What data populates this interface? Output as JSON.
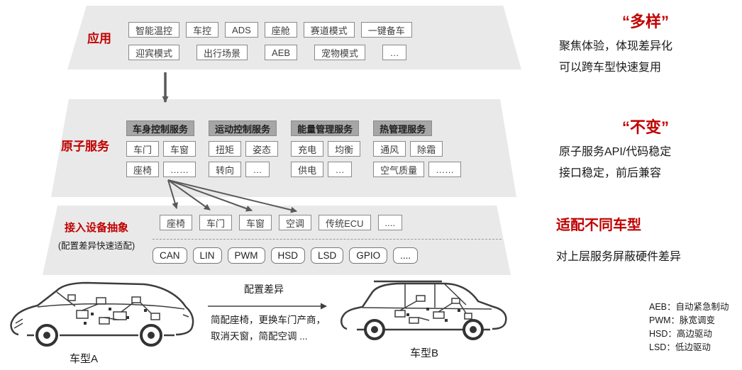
{
  "colors": {
    "accent_red": "#c00000",
    "band_gray": "#e9e9e9",
    "group_header_gray": "#a6a6a6",
    "arrow_gray": "#595959"
  },
  "app_layer": {
    "label": "应用",
    "row1": [
      "智能温控",
      "车控",
      "ADS",
      "座舱",
      "赛道模式",
      "一键备车"
    ],
    "row2": [
      "迎宾模式",
      "出行场景",
      "AEB",
      "宠物模式",
      "…"
    ]
  },
  "atomic_layer": {
    "label": "原子服务",
    "groups": [
      {
        "title": "车身控制服务",
        "cells": [
          "车门",
          "车窗",
          "座椅",
          "……"
        ]
      },
      {
        "title": "运动控制服务",
        "cells": [
          "扭矩",
          "姿态",
          "转向",
          "…"
        ]
      },
      {
        "title": "能量管理服务",
        "cells": [
          "充电",
          "均衡",
          "供电",
          "…"
        ]
      },
      {
        "title": "热管理服务",
        "cells": [
          "通风",
          "除霜",
          "空气质量",
          "……"
        ]
      }
    ]
  },
  "device_layer": {
    "label": "接入设备抽象",
    "sublabel": "(配置差异快速适配)",
    "devices": [
      "座椅",
      "车门",
      "车窗",
      "空调",
      "传统ECU",
      "...."
    ],
    "buses": [
      "CAN",
      "LIN",
      "PWM",
      "HSD",
      "LSD",
      "GPIO",
      "...."
    ]
  },
  "annotations": {
    "diverse_title": "“多样”",
    "diverse_line1": "聚焦体验，体现差异化",
    "diverse_line2": "可以跨车型快速复用",
    "stable_title": "“不变”",
    "stable_line1": "原子服务API/代码稳定",
    "stable_line2": "接口稳定，前后兼容",
    "adapt_title": "适配不同车型",
    "adapt_line1": "对上层服务屏蔽硬件差异"
  },
  "bottom": {
    "car_a_label": "车型A",
    "car_b_label": "车型B",
    "arrow_label": "配置差异",
    "diff_line1": "简配座椅，更换车门产商，",
    "diff_line2": "取消天窗，简配空调 ..."
  },
  "legend": {
    "line1": "AEB：自动紧急制动",
    "line2": "PWM：脉宽调变",
    "line3": "HSD：高边驱动",
    "line4": "LSD：低边驱动"
  }
}
